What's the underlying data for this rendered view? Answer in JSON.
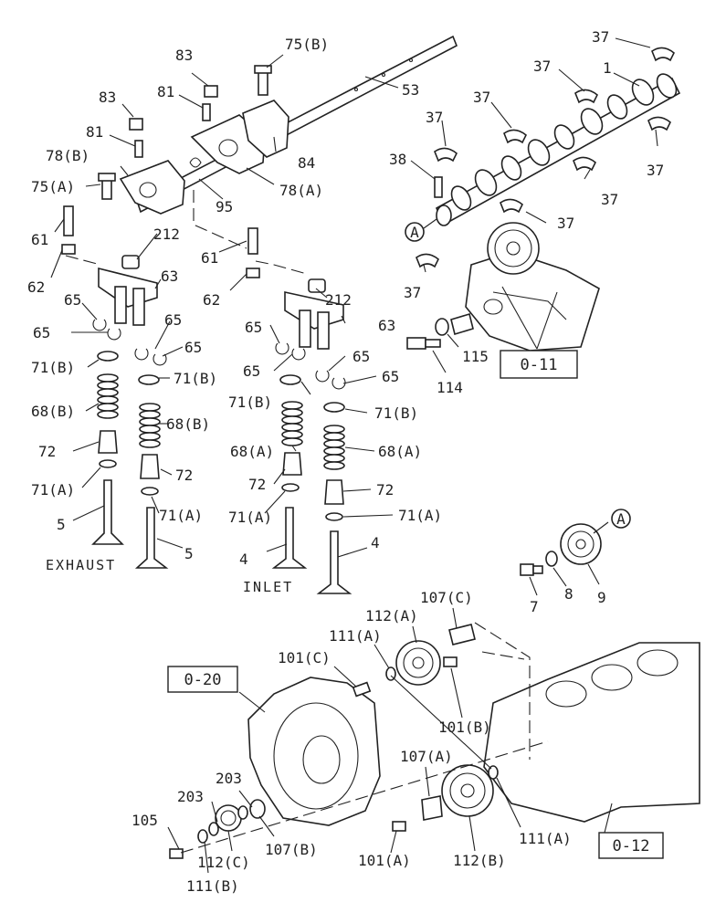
{
  "labels": {
    "l_37a": "37",
    "l_37b": "37",
    "l_37c": "37",
    "l_37d": "37",
    "l_37e": "37",
    "l_37f": "37",
    "l_37g": "37",
    "l_37h": "37",
    "l_1": "1",
    "l_38": "38",
    "l_75b": "75(B)",
    "l_75a": "75(A)",
    "l_53": "53",
    "l_83a": "83",
    "l_83b": "83",
    "l_81a": "81",
    "l_81b": "81",
    "l_84": "84",
    "l_78b": "78(B)",
    "l_78a": "78(A)",
    "l_95": "95",
    "l_61a": "61",
    "l_61b": "61",
    "l_212a": "212",
    "l_212b": "212",
    "l_62a": "62",
    "l_62b": "62",
    "l_63a": "63",
    "l_63b": "63",
    "l_65a": "65",
    "l_65b": "65",
    "l_65c": "65",
    "l_65d": "65",
    "l_65e": "65",
    "l_65f": "65",
    "l_65g": "65",
    "l_65h": "65",
    "l_71b1": "71(B)",
    "l_71b2": "71(B)",
    "l_71b3": "71(B)",
    "l_71b4": "71(B)",
    "l_68b1": "68(B)",
    "l_68b2": "68(B)",
    "l_68a1": "68(A)",
    "l_68a2": "68(A)",
    "l_72a": "72",
    "l_72b": "72",
    "l_72c": "72",
    "l_72d": "72",
    "l_71a1": "71(A)",
    "l_71a2": "71(A)",
    "l_71a3": "71(A)",
    "l_71a4": "71(A)",
    "l_5a": "5",
    "l_5b": "5",
    "l_4a": "4",
    "l_4b": "4",
    "l_114": "114",
    "l_115": "115",
    "l_7": "7",
    "l_8": "8",
    "l_9": "9",
    "l_107c": "107(C)",
    "l_112a": "112(A)",
    "l_111a1": "111(A)",
    "l_101c": "101(C)",
    "l_101b": "101(B)",
    "l_107a": "107(A)",
    "l_203a": "203",
    "l_203b": "203",
    "l_105": "105",
    "l_107b": "107(B)",
    "l_112c": "112(C)",
    "l_111b": "111(B)",
    "l_101a": "101(A)",
    "l_112b": "112(B)",
    "l_111a2": "111(A)"
  },
  "refs": {
    "r_011": "0-11",
    "r_020": "0-20",
    "r_012": "0-12"
  },
  "markers": {
    "m_a1": "A",
    "m_a2": "A"
  },
  "captions": {
    "exhaust": "EXHAUST",
    "inlet": "INLET"
  }
}
